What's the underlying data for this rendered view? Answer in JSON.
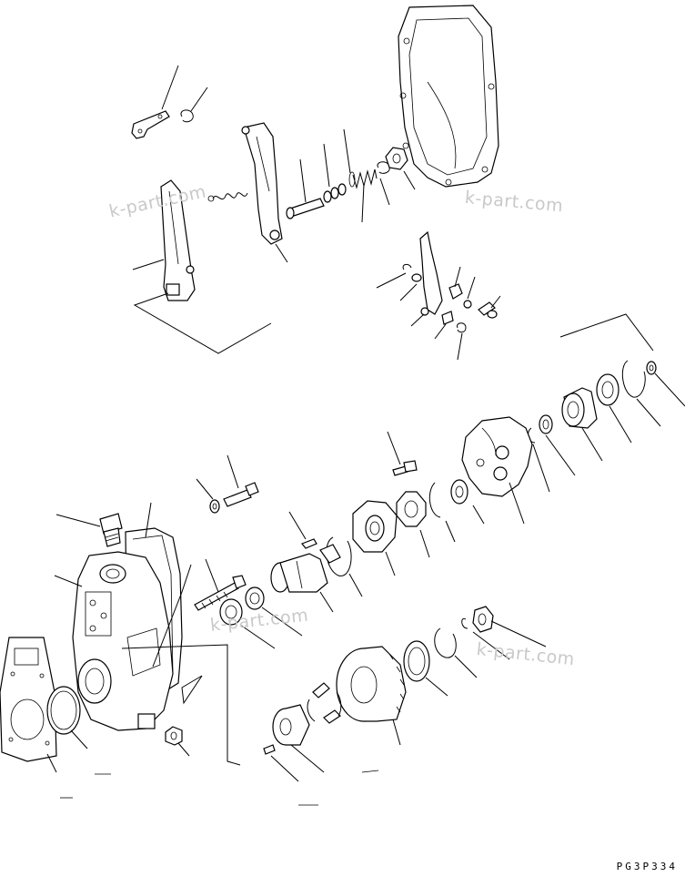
{
  "watermarks": [
    "k-part.com",
    "k-part.com",
    "k-part.com",
    "k-part.com"
  ],
  "drawing_code": "PG3P334",
  "colors": {
    "line": "#000000",
    "watermark": "#c9c9c9",
    "background": "#ffffff"
  }
}
